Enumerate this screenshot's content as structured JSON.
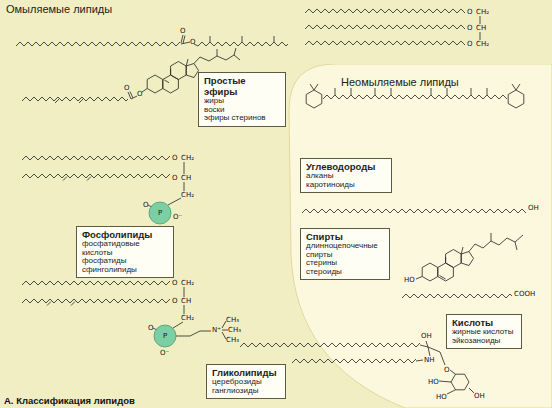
{
  "diagram": {
    "caption": "А. Классификация липидов",
    "nodes": [
      {
        "text": [
          "Омыляемые липиды"
        ]
      },
      {
        "text": [
          "Простые эфиры",
          "жиры",
          "воски",
          "эфиры стеринов"
        ],
        "in": 0
      },
      {
        "text": [
          "Фосфолипиды",
          "фосфатидовые кислоты",
          "фосфатиды",
          "сфинголипиды"
        ],
        "in": 0
      },
      {
        "text": [
          "Гликолипиды",
          "цереброзиды",
          "ганглиозиды"
        ],
        "in": 0
      },
      {
        "text": [
          "Неомыляемые липиды"
        ]
      },
      {
        "text": [
          "Углеводороды",
          "алканы",
          "каротиноиды"
        ],
        "in": 4
      },
      {
        "text": [
          "Спирты",
          "длинноцепочечные спирты",
          "стерины",
          "стероиды"
        ],
        "in": 4
      },
      {
        "text": [
          "Кислоты",
          "жирные кислоты",
          "эйкозаноиды"
        ],
        "in": 4
      }
    ],
    "labels": [
      "O",
      "O",
      "O",
      "CH₂",
      "O",
      "CH",
      "O",
      "CH₂",
      "O",
      "O",
      "O",
      "CH₂",
      "O",
      "CH",
      "CH₂",
      "O",
      "P",
      "O⁻",
      "O",
      "CH₂",
      "O",
      "CH",
      "CH₂",
      "O",
      "P",
      "O⁻",
      "N⁺",
      "CH₃",
      "CH₃",
      "CH₃",
      "OH",
      "NH",
      "O",
      "HO",
      "HO",
      "OH",
      "OH",
      "HO",
      "COOH"
    ]
  }
}
